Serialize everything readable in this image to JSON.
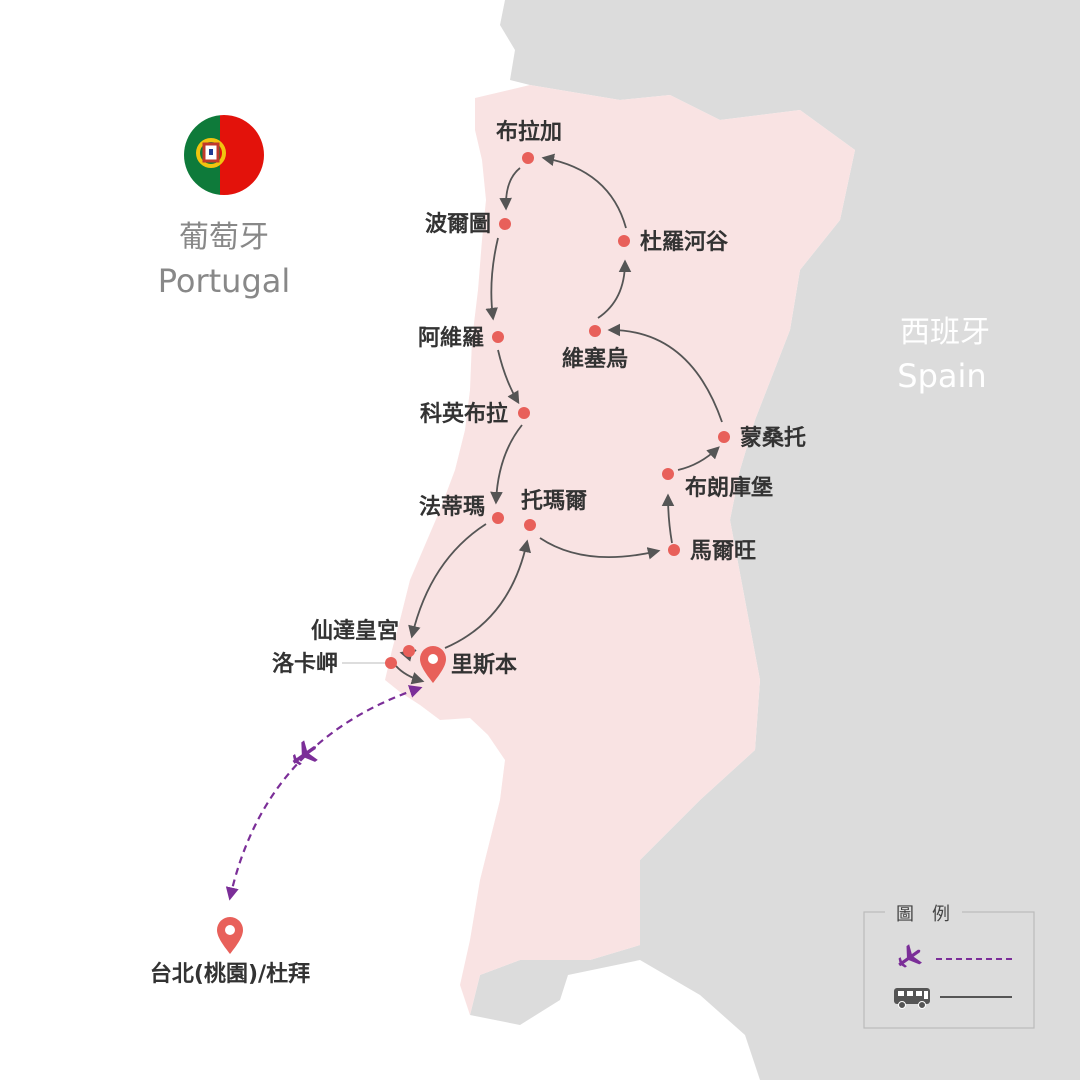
{
  "countries": {
    "portugal": {
      "name_zh": "葡萄牙",
      "name_en": "Portugal"
    },
    "spain": {
      "name_zh": "西班牙",
      "name_en": "Spain"
    }
  },
  "colors": {
    "portugal_fill": "#f9e3e3",
    "spain_fill": "#dcdcdc",
    "sea": "#ffffff",
    "city_dot": "#e8605a",
    "pin": "#e8605a",
    "route_line": "#555555",
    "flight_line": "#7b2e98",
    "country_text": "#888888",
    "spain_text": "#ffffff"
  },
  "cities": {
    "braga": "布拉加",
    "porto": "波爾圖",
    "douro": "杜羅河谷",
    "viseu": "維塞烏",
    "aveiro": "阿維羅",
    "coimbra": "科英布拉",
    "monsanto": "蒙桑托",
    "belmonte": "布朗庫堡",
    "fatima": "法蒂瑪",
    "tomar": "托瑪爾",
    "marvao": "馬爾旺",
    "sintra": "仙達皇宮",
    "roca": "洛卡岬",
    "lisbon": "里斯本",
    "taipei": "台北(桃園)/杜拜"
  },
  "legend": {
    "title": "圖　例",
    "items": [
      {
        "type": "flight",
        "icon": "airplane-icon"
      },
      {
        "type": "bus",
        "icon": "bus-icon"
      }
    ]
  }
}
